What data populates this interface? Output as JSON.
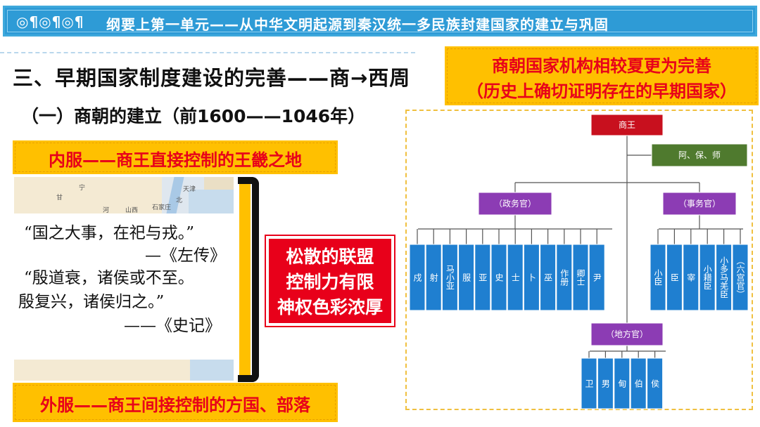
{
  "header": {
    "symbols": "◎¶◎¶◎¶",
    "title": "纲要上第一单元——从中华文明起源到秦汉统一多民族封建国家的建立与巩固"
  },
  "section_title": "三、早期国家制度建设的完善——商→西周",
  "subsection_title": "（一）商朝的建立（前1600——1046年）",
  "inner_territory": "内服——商王直接控制的王畿之地",
  "outer_territory": "外服——商王间接控制的方国、部落",
  "map_labels": [
    "甘",
    "宁",
    "天津",
    "北",
    "石家庄",
    "山西",
    "河"
  ],
  "quotes": {
    "q1": "“国之大事，在祀与戎。”",
    "q1_source": "—《左传》",
    "q2_line1": "“殷道衰，诸侯或不至。",
    "q2_line2": "殷复兴，诸侯归之。”",
    "q2_source": "——《史记》"
  },
  "features": [
    "松散的联盟",
    "控制力有限",
    "神权色彩浓厚"
  ],
  "org_title": {
    "line1": "商朝国家机构相较夏更为完善",
    "line2": "（历史上确切证明存在的早期国家）"
  },
  "org_chart": {
    "king": "商王",
    "advisors": "阿、保、师",
    "political_officials": "（政务官）",
    "affairs_officials": "（事务官）",
    "local_officials": "（地方官）",
    "political_subs": [
      "戍",
      "射",
      "马小亚",
      "服",
      "亚",
      "史",
      "士",
      "卜",
      "巫",
      "作册",
      "卿士",
      "尹"
    ],
    "affairs_subs": [
      "小臣",
      "臣",
      "宰",
      "小耤臣",
      "小多马羌臣",
      "（六宫官）"
    ],
    "local_subs": [
      "卫",
      "男",
      "甸",
      "伯",
      "侯"
    ],
    "colors": {
      "king": "#c8101e",
      "advisors": "#4f7a2e",
      "officials": "#8c3cb4",
      "subs": "#1f7fd0"
    }
  }
}
